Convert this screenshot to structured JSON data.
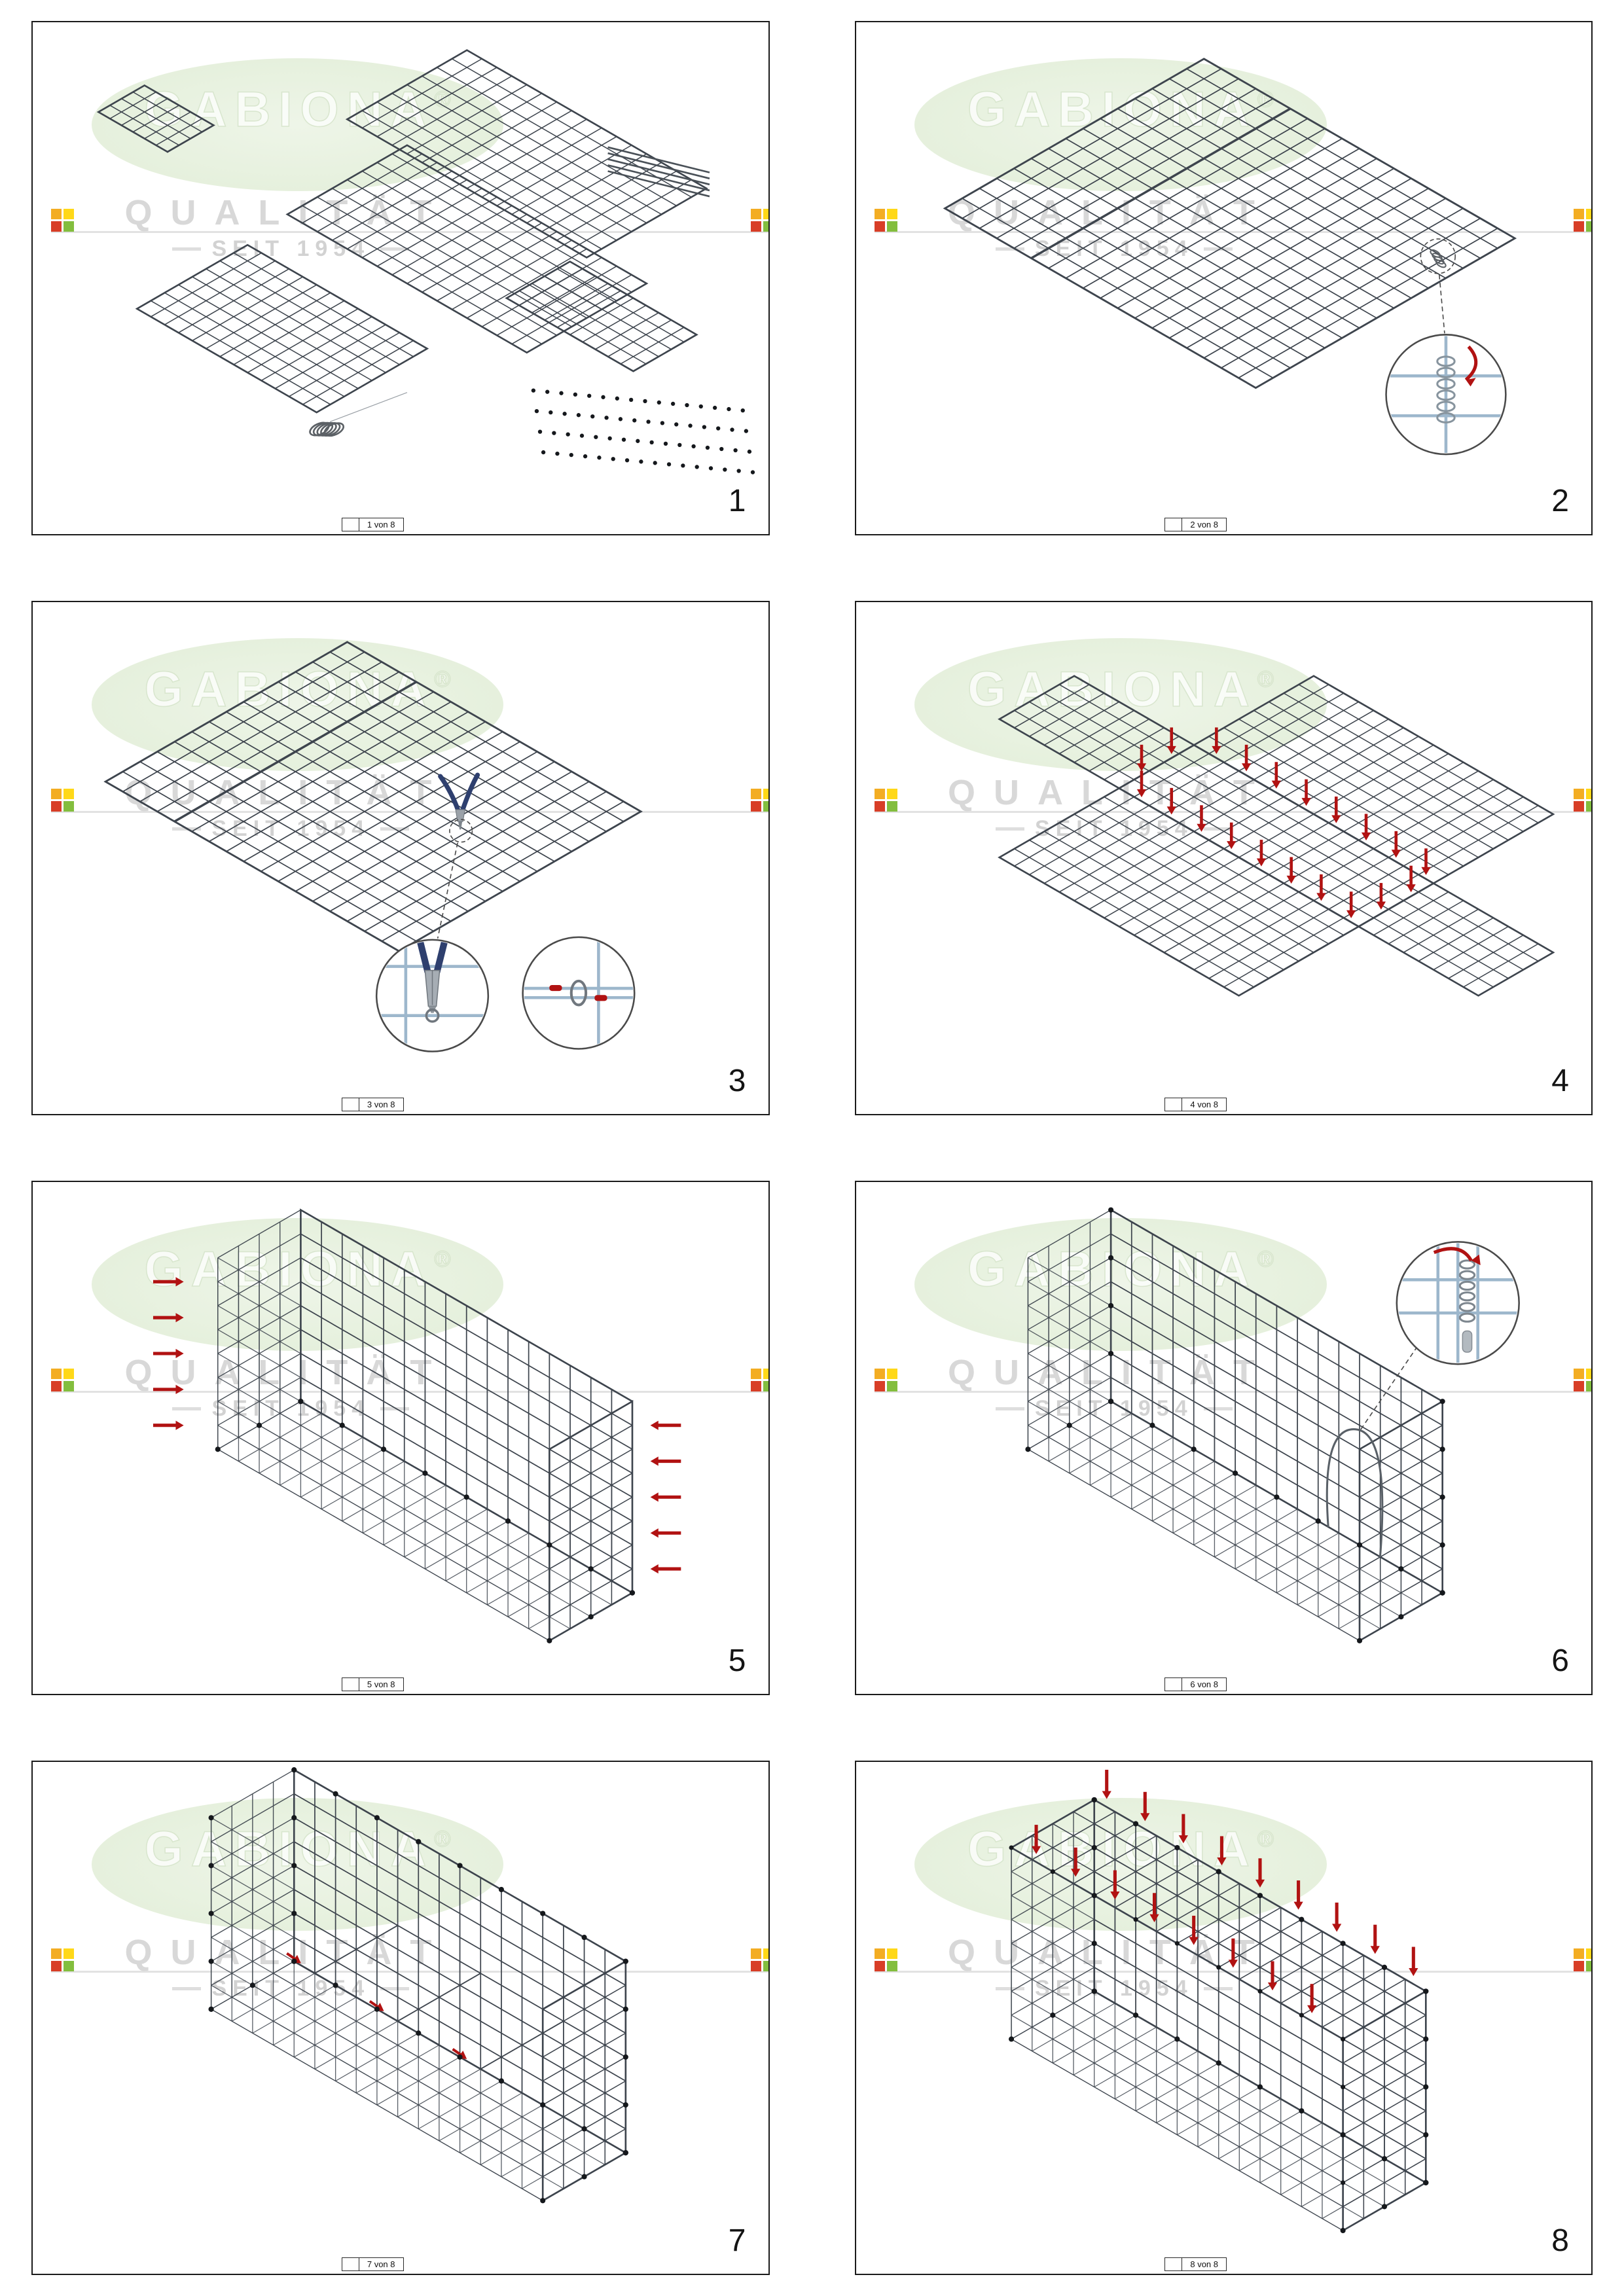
{
  "document": {
    "type": "gabion-assembly-instructions",
    "steps_total": 8
  },
  "watermark": {
    "brand_name": "GABIONA",
    "trademark": "®",
    "line1": "QUALITÄT",
    "line2": "SEIT 1954",
    "ellipse_color": "#e5f0dc",
    "text_color": "#d8d8d8",
    "logo_colors": {
      "a": "#f2a50c",
      "b": "#ffd400",
      "c": "#d42a10",
      "d": "#76b82a"
    }
  },
  "colors": {
    "mesh": "#3d444d",
    "mesh_light": "#9db7cc",
    "arrow_red": "#b11212",
    "clip_black": "#15181c",
    "tool_blue": "#2e3f6e",
    "metal_grey": "#9aa1a8",
    "wire_grey": "#5c6166"
  },
  "panels": [
    {
      "step": "1",
      "page_label": "1 von 8",
      "scene": "parts-overview"
    },
    {
      "step": "2",
      "page_label": "2 von 8",
      "scene": "spiral-join-panels"
    },
    {
      "step": "3",
      "page_label": "3 von 8",
      "scene": "pliers-c-rings"
    },
    {
      "step": "4",
      "page_label": "4 von 8",
      "scene": "unfolded-cross"
    },
    {
      "step": "5",
      "page_label": "5 von 8",
      "scene": "box-erected-spirals"
    },
    {
      "step": "6",
      "page_label": "6 von 8",
      "scene": "box-spiral-detail"
    },
    {
      "step": "7",
      "page_label": "7 von 8",
      "scene": "box-internal-braces"
    },
    {
      "step": "8",
      "page_label": "8 von 8",
      "scene": "box-close-lid"
    }
  ]
}
